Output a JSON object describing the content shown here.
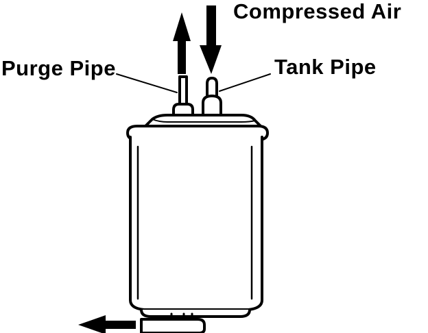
{
  "labels": {
    "compressed_air": "Compressed Air",
    "purge_pipe": "Purge Pipe",
    "tank_pipe": "Tank Pipe"
  },
  "colors": {
    "ink": "#000000",
    "paper": "#ffffff"
  }
}
